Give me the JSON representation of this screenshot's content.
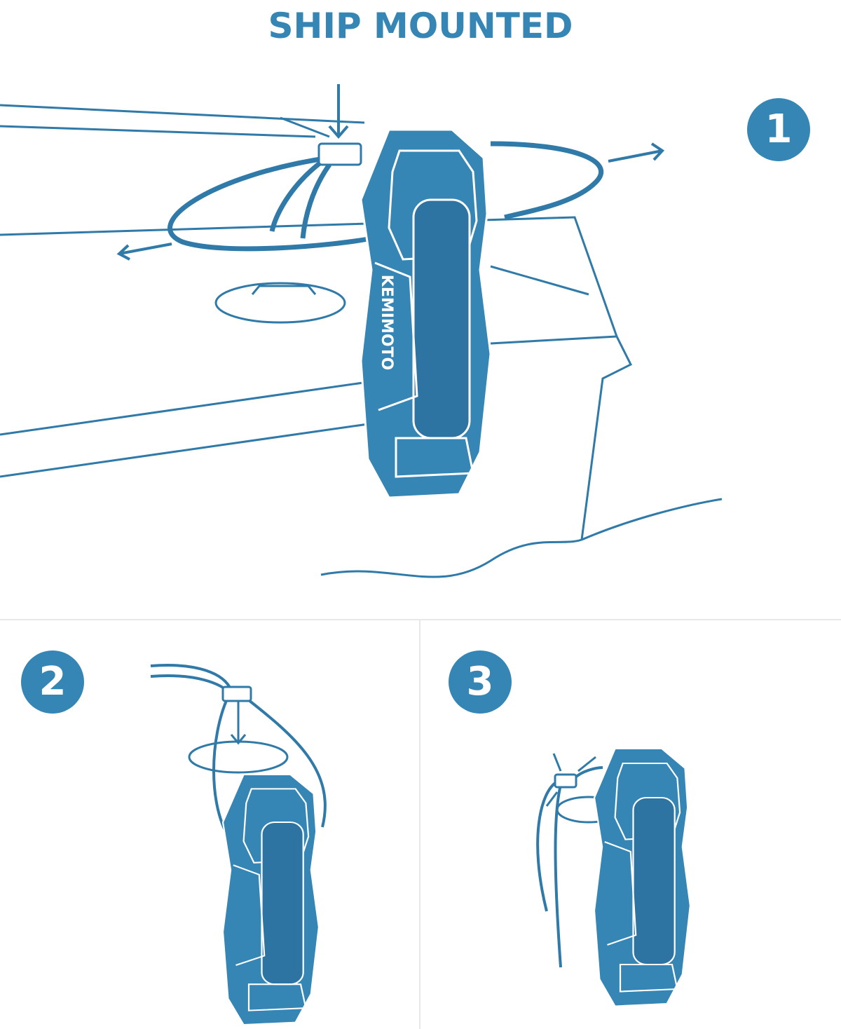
{
  "title": "SHIP MOUNTED",
  "steps": [
    {
      "number": "1"
    },
    {
      "number": "2"
    },
    {
      "number": "3"
    }
  ],
  "brand_logo_text": "KEMIMOTO",
  "colors": {
    "accent": "#3585b5",
    "line": "#2f7aa8",
    "divider": "#e8e8e8"
  }
}
